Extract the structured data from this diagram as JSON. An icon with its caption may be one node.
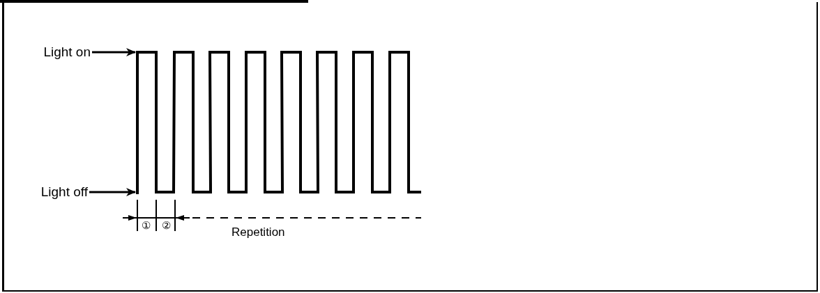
{
  "diagram": {
    "nodes": [
      {
        "text": [
          "Light on"
        ]
      },
      {
        "text": [
          "Light off"
        ]
      },
      {
        "text": [],
        "shape": "wave"
      }
    ],
    "edges": [
      {
        "from": 0,
        "to": 2,
        "arrow": "to"
      },
      {
        "from": 1,
        "to": 2,
        "arrow": "to"
      }
    ],
    "labels": [
      "①",
      "②",
      "Repetition"
    ]
  }
}
